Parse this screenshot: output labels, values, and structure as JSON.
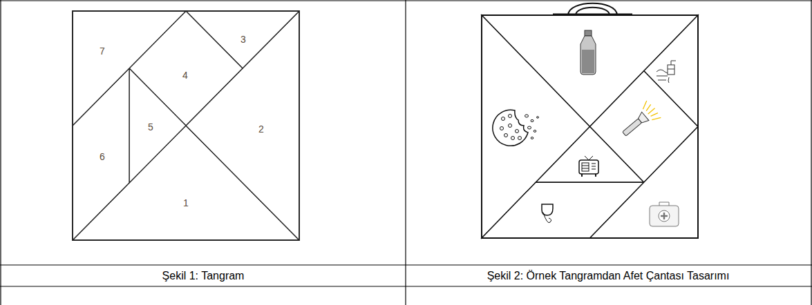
{
  "diagram": {
    "labels": [
      "7",
      "4",
      "3",
      "5",
      "2",
      "6",
      "1",
      "Şekil 1: Tangram",
      "Şekil 2: Örnek Tangramdan Afet Çantası Tasarımı"
    ]
  }
}
